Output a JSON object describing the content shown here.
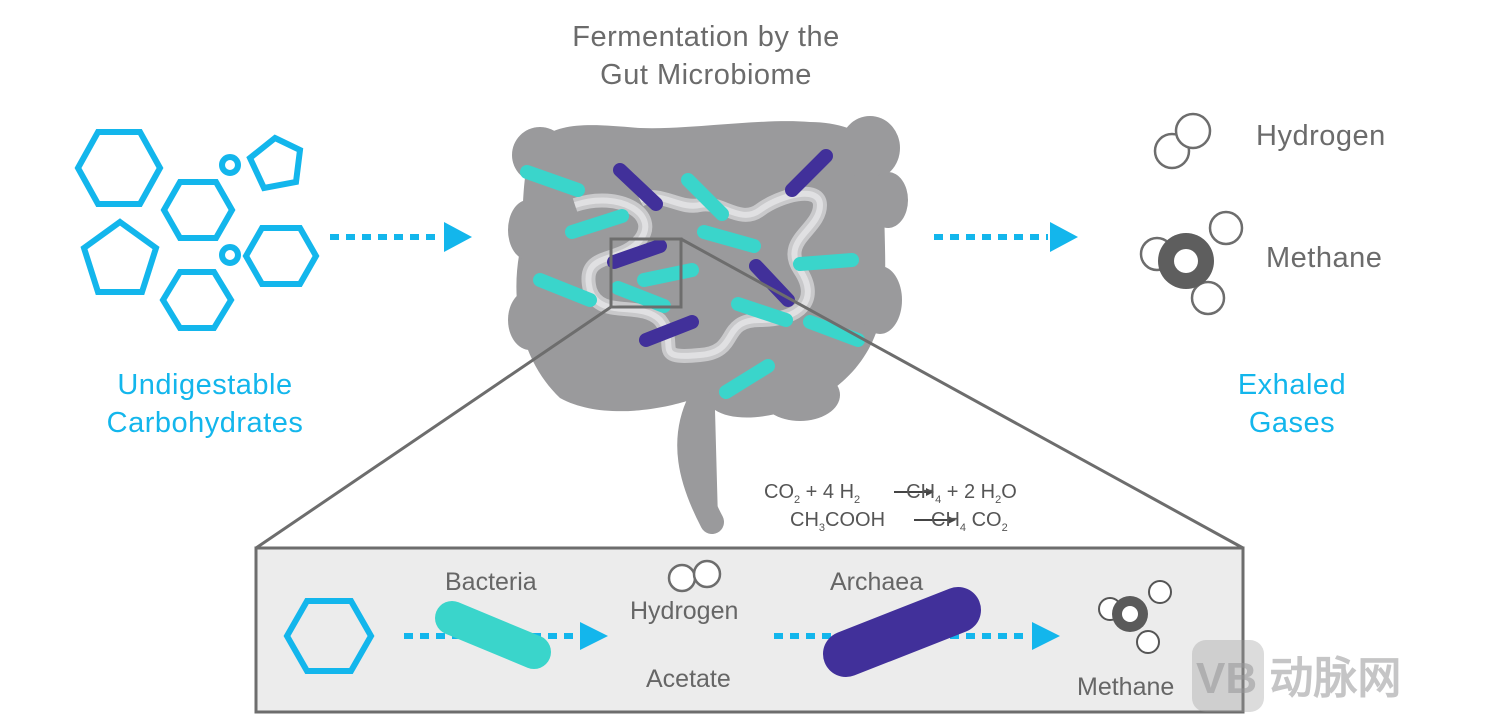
{
  "title": {
    "line1": "Fermentation by the",
    "line2": "Gut Microbiome"
  },
  "left_label": {
    "line1": "Undigestable",
    "line2": "Carbohydrates"
  },
  "right_label": {
    "line1": "Exhaled",
    "line2": "Gases"
  },
  "gases": {
    "hydrogen": "Hydrogen",
    "methane": "Methane"
  },
  "equations": {
    "eq1": {
      "a": "CO",
      "a_sub": "2",
      "b": " + 4 H",
      "b_sub": "2",
      "c": "CH",
      "c_sub": "4",
      "d": " + 2 H",
      "d_sub": "2",
      "e": "O"
    },
    "eq2": {
      "a": "CH",
      "a_sub": "3",
      "b": "COOH",
      "c": "CH",
      "c_sub": "4",
      "d": " CO",
      "d_sub": "2"
    }
  },
  "inset": {
    "bacteria": "Bacteria",
    "hydrogen": "Hydrogen",
    "acetate": "Acetate",
    "archaea": "Archaea",
    "methane": "Methane"
  },
  "colors": {
    "blue": "#13b6ec",
    "teal": "#3ad5cb",
    "purple": "#41309a",
    "gut_gray": "#9a9a9c",
    "intestine_light": "#c9c9cb",
    "inset_bg": "#ececec"
  },
  "watermark": "VB 动脉网"
}
